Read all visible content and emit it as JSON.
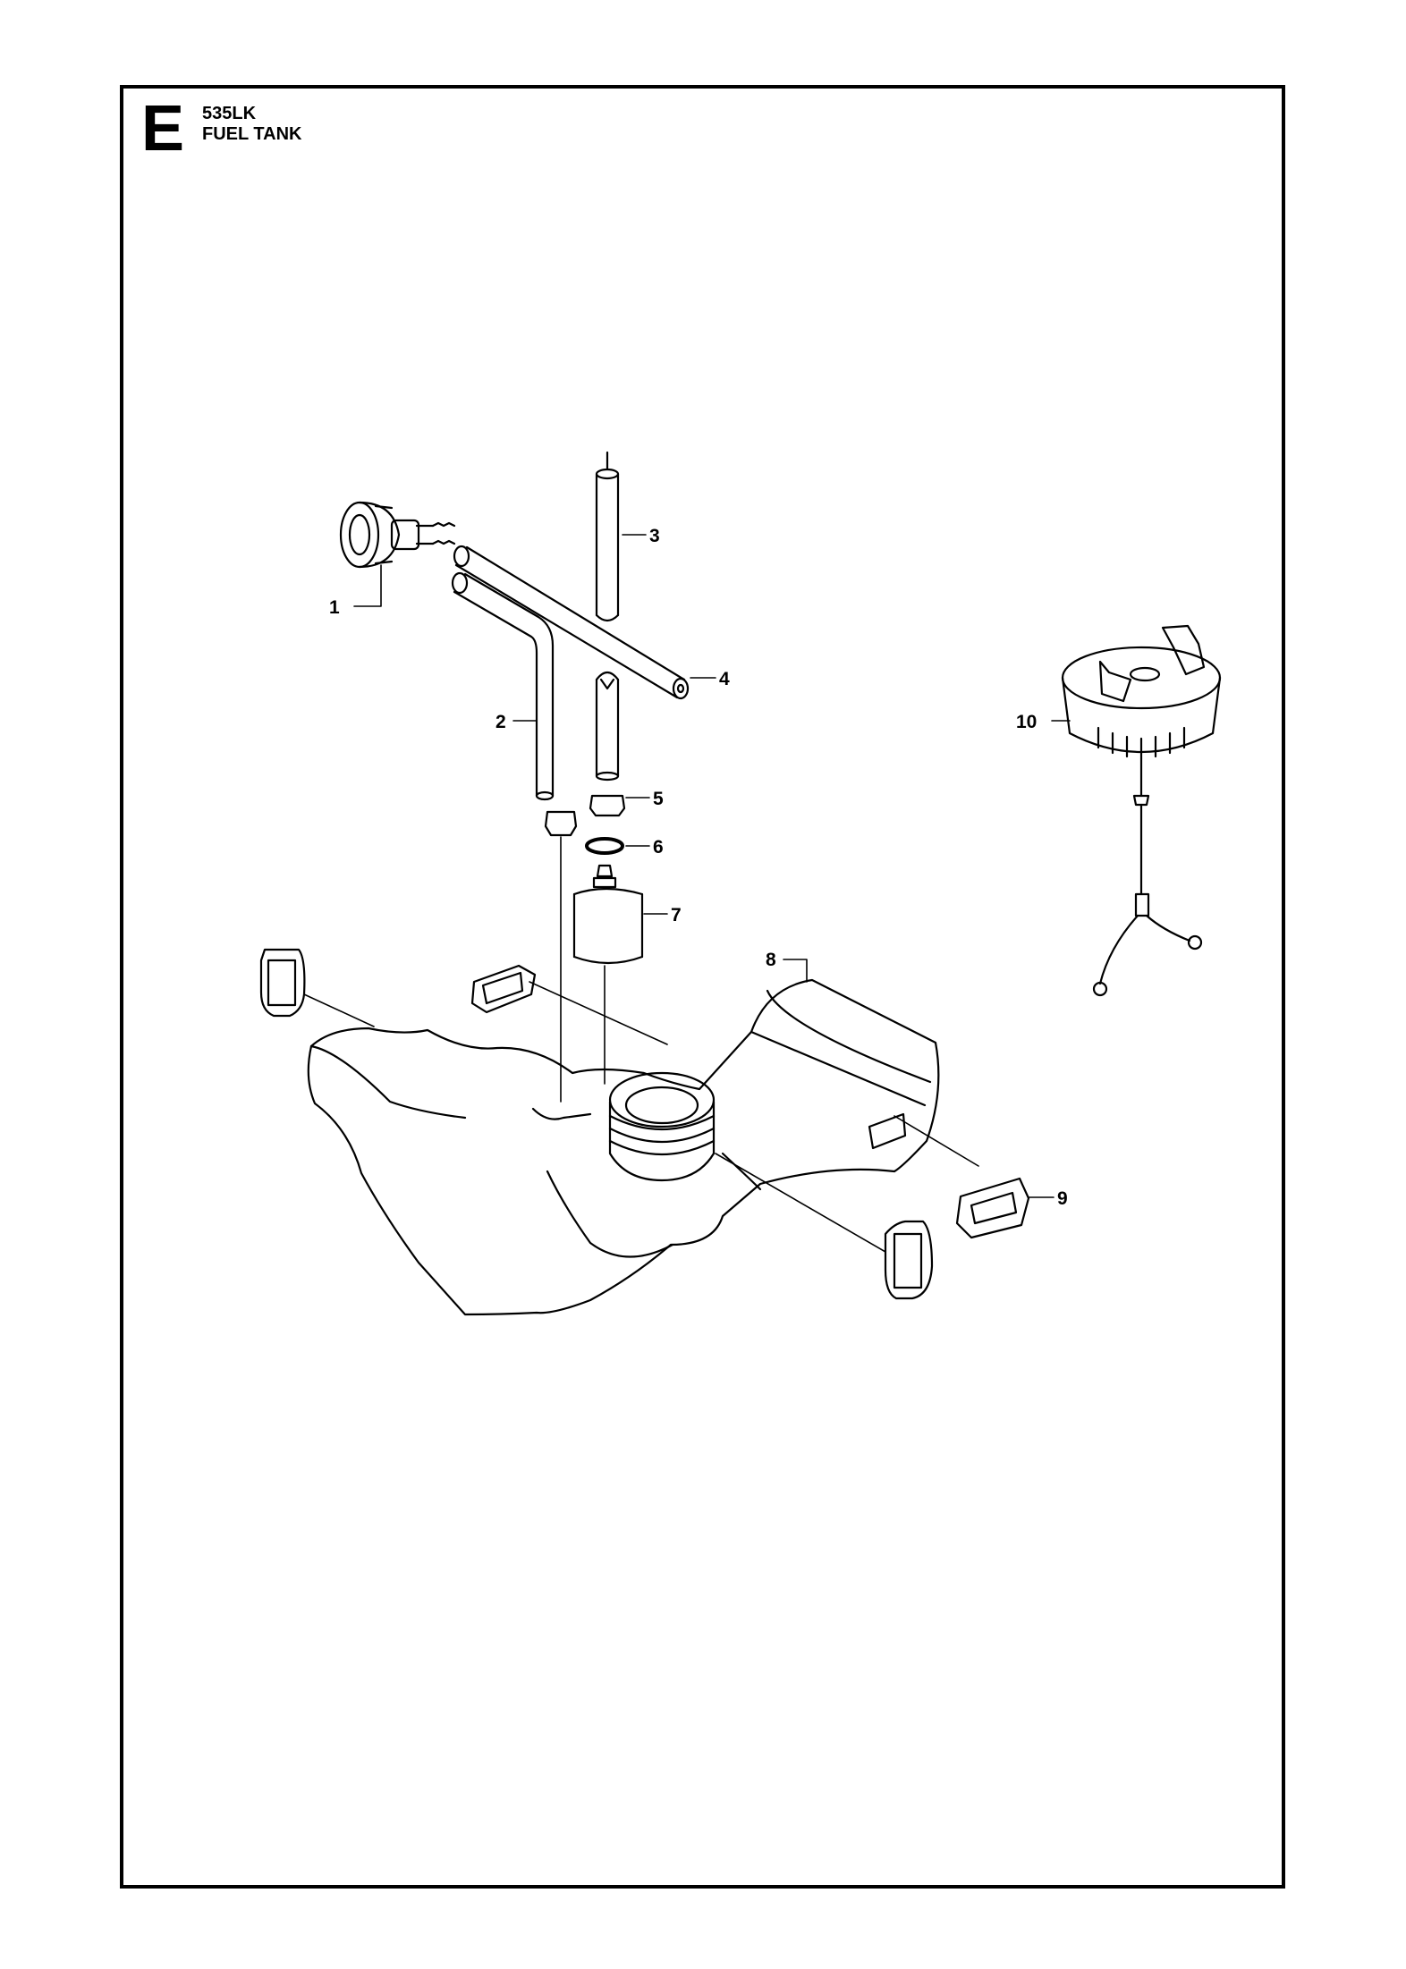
{
  "header": {
    "section_letter": "E",
    "model": "535LK",
    "title": "FUEL TANK"
  },
  "callouts": [
    "1",
    "2",
    "3",
    "4",
    "5",
    "6",
    "7",
    "8",
    "9",
    "10"
  ]
}
